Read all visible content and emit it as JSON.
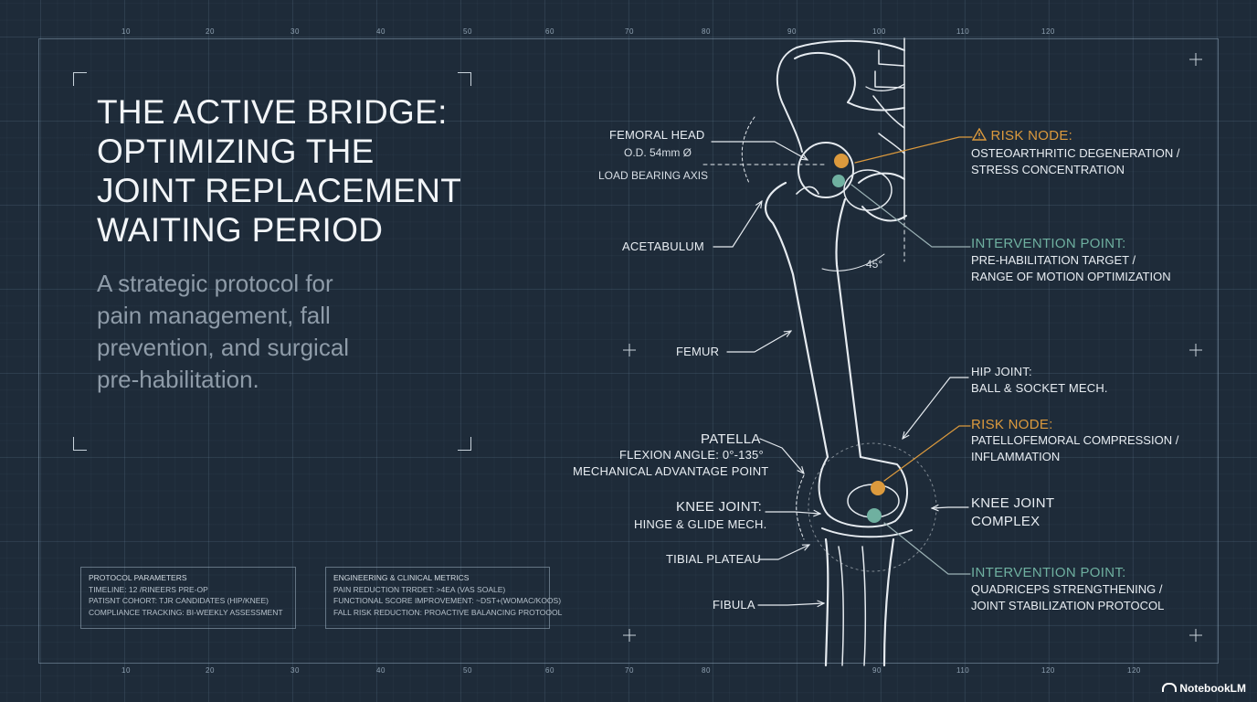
{
  "title": [
    "THE ACTIVE BRIDGE:",
    "OPTIMIZING THE",
    "JOINT REPLACEMENT",
    "WAITING PERIOD"
  ],
  "subtitle": [
    "A strategic protocol for",
    "pain management, fall",
    "prevention, and surgical",
    "pre-habilitation."
  ],
  "ruler": [
    "10",
    "20",
    "30",
    "40",
    "50",
    "60",
    "70",
    "80",
    "90",
    "100",
    "110",
    "120"
  ],
  "protocol": {
    "heading": "PROTOCOL PARAMETERS",
    "lines": [
      "TIMELINE: 12 /RINEERS PRE-OP",
      "PATISNT COHORT: TJR CANDIDATES (HIP/KNEE)",
      "COMPLIANCE TRACKING: BI-WEEKLY ASSESSMENT"
    ]
  },
  "metrics": {
    "heading": "ENGINEERING & CLINICAL METRICS",
    "lines": [
      "PAIN REDUCTION TRRDET: >4EA (VAS SOALE)",
      "FUNCTIONAL SCORE IMPROVEMENT: ~DST+(WOMAC/KOOS)",
      "FALL RISK REDUCTION: PROACTIVE BALANCING PROTOOOL"
    ]
  },
  "labels": {
    "femoral_head": "FEMORAL HEAD",
    "od": "O.D. 54mm Ø",
    "load_axis": "LOAD BEARING AXIS",
    "acetabulum": "ACETABULUM",
    "angle": "45°",
    "femur": "FEMUR",
    "patella": "PATELLA",
    "flexion": "FLEXION ANGLE: 0°-135°",
    "mech_adv": "MECHANICAL ADVANTAGE POINT",
    "knee_joint": "KNEE JOINT:",
    "hinge": "HINGE & GLIDE MECH.",
    "tibial": "TIBIAL PLATEAU",
    "fibula": "FIBULA",
    "hip_joint": "HIP JOINT:",
    "ball_socket": "BALL & SOCKET MECH.",
    "knee_complex": [
      "KNEE JOINT",
      "COMPLEX"
    ]
  },
  "risk_hip": {
    "icon": "warning-icon",
    "title": "RISK NODE:",
    "lines": [
      "OSTEOARTHRITIC DEGENERATION /",
      "STRESS CONCENTRATION"
    ]
  },
  "intervention_hip": {
    "title": "INTERVENTION POINT:",
    "lines": [
      "PRE-HABILITATION TARGET /",
      "RANGE OF MOTION OPTIMIZATION"
    ]
  },
  "risk_knee": {
    "title": "RISK NODE:",
    "lines": [
      "PATELLOFEMORAL COMPRESSION /",
      "INFLAMMATION"
    ]
  },
  "intervention_knee": {
    "title": "INTERVENTION POINT:",
    "lines": [
      "QUADRICEPS STRENGTHENING /",
      "JOINT STABILIZATION PROTOCOL"
    ]
  },
  "brand": "NotebookLM",
  "colors": {
    "background": "#1e2b39",
    "risk": "#dc9a3d",
    "intervention": "#6fb0a0",
    "line": "#e6ebf0"
  }
}
